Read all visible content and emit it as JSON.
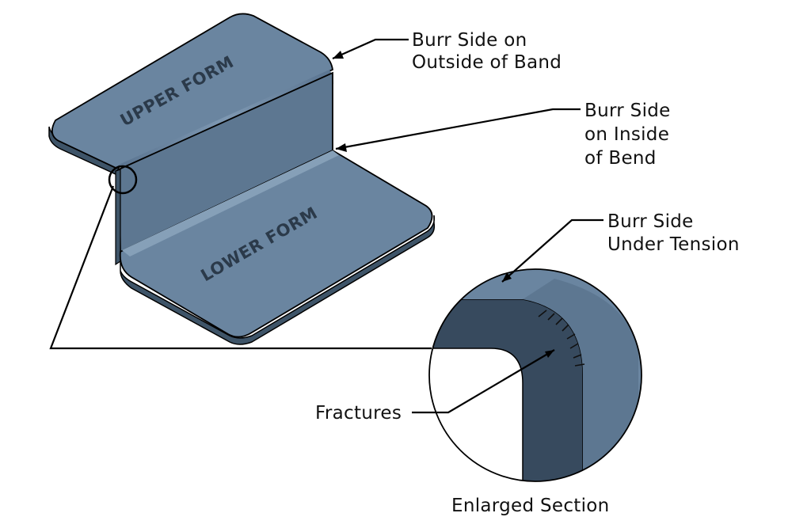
{
  "diagram": {
    "colors": {
      "plate_top": "#6a85a0",
      "plate_face": "#5d7791",
      "plate_edge": "#3e5468",
      "section_dark": "#374a5e",
      "outline": "#000000"
    },
    "engravings": {
      "upper_form": "UPPER FORM",
      "lower_form": "LOWER FORM"
    },
    "callouts": {
      "burr_outside_band": [
        "Burr Side on",
        "Outside of Band"
      ],
      "burr_inside_bend": [
        "Burr Side",
        "on Inside",
        "of Bend"
      ],
      "burr_under_tension": [
        "Burr Side",
        "Under Tension"
      ],
      "fractures": "Fractures"
    },
    "caption": "Enlarged Section"
  }
}
